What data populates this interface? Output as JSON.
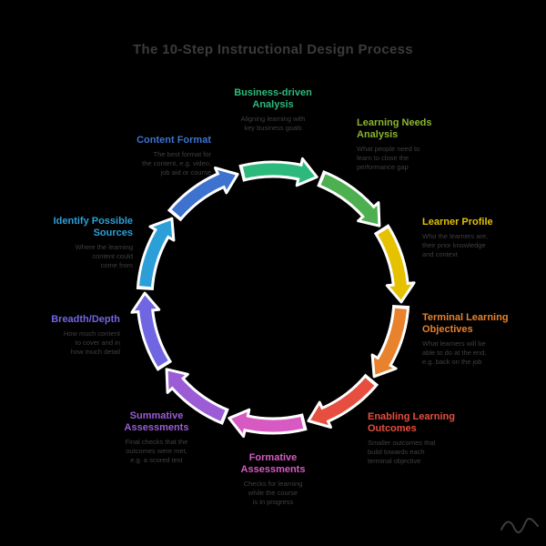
{
  "title": "The 10-Step Instructional Design Process",
  "colors": {
    "background": "#000000",
    "title": "#3b3b3b",
    "description": "#3f3f3f",
    "arrow_outline": "#ffffff",
    "watermark": "#5f5f5f"
  },
  "steps": [
    {
      "id": "business-driven-analysis",
      "label": "Business-driven\nAnalysis",
      "desc": "Aligning learning with\nkey business goals",
      "color": "#2eb97c"
    },
    {
      "id": "learning-needs-analysis",
      "label": "Learning Needs\nAnalysis",
      "desc": "What people need to\nlearn to close the\nperformance gap",
      "color": "#8cb42e",
      "arrow_color": "#4caf50"
    },
    {
      "id": "learner-profile",
      "label": "Learner Profile",
      "desc": "Who the learners are,\ntheir prior knowledge\nand context",
      "color": "#e5c100"
    },
    {
      "id": "terminal-learning-objectives",
      "label": "Terminal Learning\nObjectives",
      "desc": "What learners will be\nable to do at the end,\ne.g. back on the job",
      "color": "#e8822c"
    },
    {
      "id": "enabling-learning-outcomes",
      "label": "Enabling Learning\nOutcomes",
      "desc": "Smaller outcomes that\nbuild towards each\nterminal objective",
      "color": "#e64f3f"
    },
    {
      "id": "formative-assessments",
      "label": "Formative\nAssessments",
      "desc": "Checks for learning\nwhile the course\nis in progress",
      "color": "#d65ac2"
    },
    {
      "id": "summative-assessments",
      "label": "Summative\nAssessments",
      "desc": "Final checks that the\noutcomes were met,\ne.g. a scored test",
      "color": "#9b5cd6"
    },
    {
      "id": "breadth-depth",
      "label": "Breadth/Depth",
      "desc": "How much content\nto cover and in\nhow much detail",
      "color": "#7166e2"
    },
    {
      "id": "identify-possible-sources",
      "label": "Identify Possible\nSources",
      "desc": "Where the learning\ncontent could\ncome from",
      "color": "#2d9fd8"
    },
    {
      "id": "content-format",
      "label": "Content Format",
      "desc": "The best format for\nthe content, e.g. video,\njob aid or course",
      "color": "#3e72cf"
    }
  ]
}
